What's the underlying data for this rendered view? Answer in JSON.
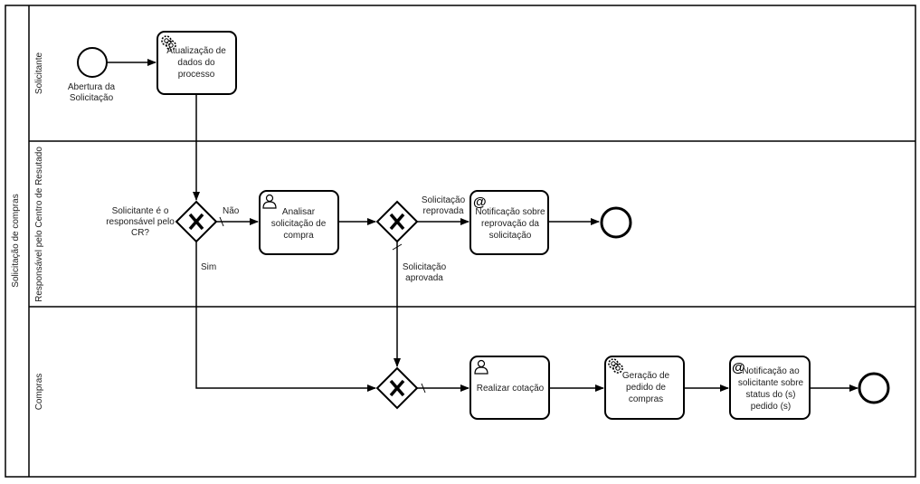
{
  "pool": {
    "label": "Solicitação de compras"
  },
  "lanes": [
    {
      "id": "solicitante",
      "label": "Solicitante"
    },
    {
      "id": "responsavel",
      "label": "Responsável pelo Centro de Resutado"
    },
    {
      "id": "compras",
      "label": "Compras"
    }
  ],
  "events": {
    "start": {
      "label_lines": [
        "Abertura da",
        "Solicitação"
      ]
    }
  },
  "tasks": {
    "atualizacao": {
      "type": "service",
      "lines": [
        "Atualização de",
        "dados do",
        "processo"
      ]
    },
    "analisar": {
      "type": "user",
      "lines": [
        "Analisar",
        "solicitação de",
        "compra"
      ]
    },
    "notif_reprovacao": {
      "type": "message",
      "lines": [
        "Notificação sobre",
        "reprovação da",
        "solicitação"
      ]
    },
    "cotacao": {
      "type": "user",
      "lines": [
        "Realizar cotação"
      ]
    },
    "geracao": {
      "type": "service",
      "lines": [
        "Geração de",
        "pedido de",
        "compras"
      ]
    },
    "notif_status": {
      "type": "message",
      "lines": [
        "Notificação ao",
        "solicitante sobre",
        "status do (s)",
        "pedido (s)"
      ]
    }
  },
  "gateways": {
    "gw1": {
      "question_lines": [
        "Solicitante é o",
        "responsável pelo",
        "CR?"
      ]
    }
  },
  "flow_labels": {
    "nao": "Não",
    "sim": "Sim",
    "reprovada_lines": [
      "Solicitação",
      "reprovada"
    ],
    "aprovada_lines": [
      "Solicitação",
      "aprovada"
    ]
  },
  "icons": {
    "service": "gear-icon",
    "user": "user-icon",
    "message": "at-icon"
  }
}
